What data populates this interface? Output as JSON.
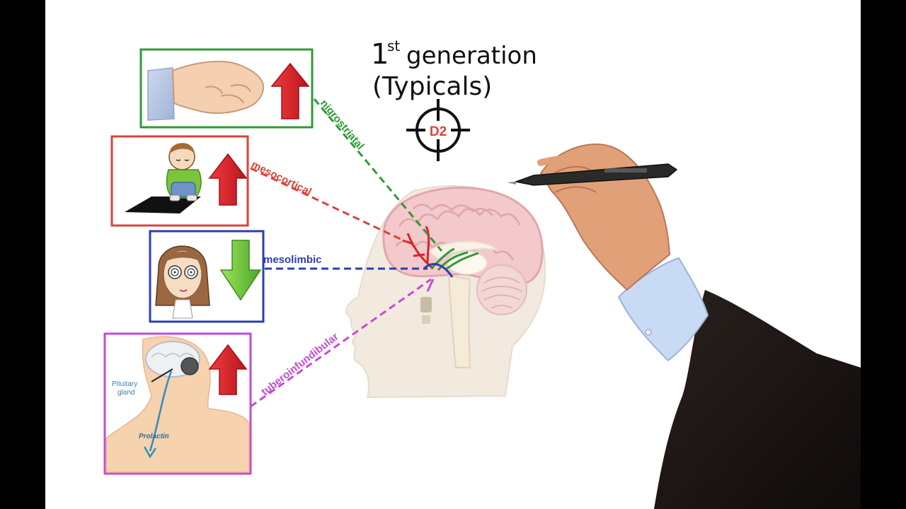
{
  "title": {
    "line1_num": "1",
    "line1_sup": "st",
    "line1_rest": "generation",
    "line2": "(Typicals)"
  },
  "target": {
    "label": "D2"
  },
  "pathways": [
    {
      "name": "nigrostriatal",
      "color": "#2e9b35",
      "effect": "up"
    },
    {
      "name": "mesocortical",
      "color": "#d9433a",
      "effect": "up"
    },
    {
      "name": "mesolimbic",
      "color": "#2b3fb0",
      "effect": "down"
    },
    {
      "name": "tuberoinfundibular",
      "color": "#c64ad8",
      "effect": "up"
    }
  ],
  "panel4": {
    "pituitary_label_1": "Pituitary",
    "pituitary_label_2": "gland",
    "prolactin_label": "Prolactin"
  },
  "colors": {
    "green_box": "#2e9b35",
    "red_box": "#d9433a",
    "blue_box": "#2b3fb0",
    "purple_box": "#c64ad8",
    "up_arrow": "#d8252b",
    "down_arrow": "#76c93a",
    "target": "#d9433a"
  }
}
